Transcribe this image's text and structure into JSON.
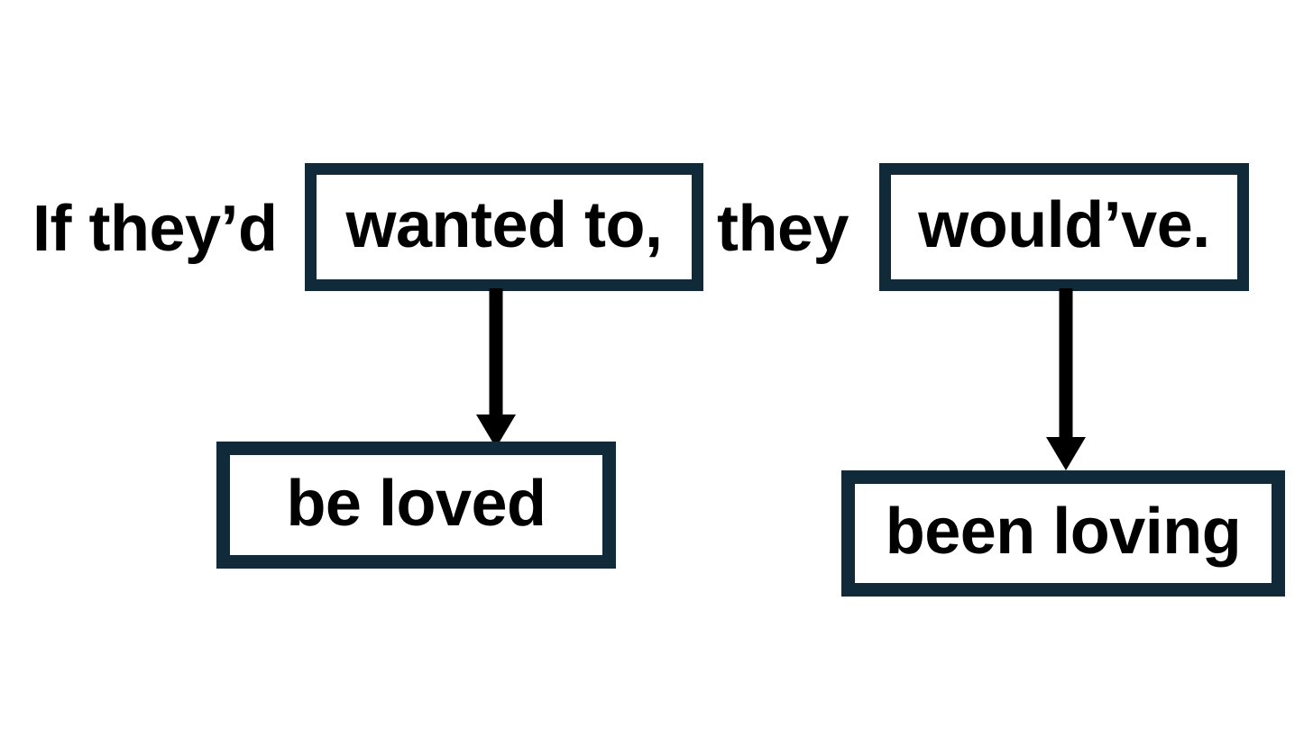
{
  "diagram": {
    "type": "syntax-tree-movement-diagram",
    "background_color": "#ffffff",
    "box_border_color": "#102a3a",
    "text_color": "#000000",
    "arrow_color": "#000000",
    "sentence": "If they’d wanted to, they would’ve.",
    "clauses": [
      {
        "id": "clause-1",
        "lead_text": "If they’d",
        "boxed_text": "wanted to,",
        "target_text": "be loved"
      },
      {
        "id": "clause-2",
        "lead_text": "they",
        "boxed_text": "would’ve.",
        "target_text": "been loving"
      }
    ],
    "words": {
      "lead_one": "If they’d",
      "lead_two": "they"
    },
    "boxes": {
      "upper_left": "wanted to,",
      "upper_right": "would’ve.",
      "lower_left": "be loved",
      "lower_right": "been loving"
    },
    "arrows": [
      {
        "id": "arrow-left",
        "from": "wanted to,",
        "to": "be loved",
        "direction": "down"
      },
      {
        "id": "arrow-right",
        "from": "would’ve.",
        "to": "been loving",
        "direction": "down"
      }
    ]
  }
}
